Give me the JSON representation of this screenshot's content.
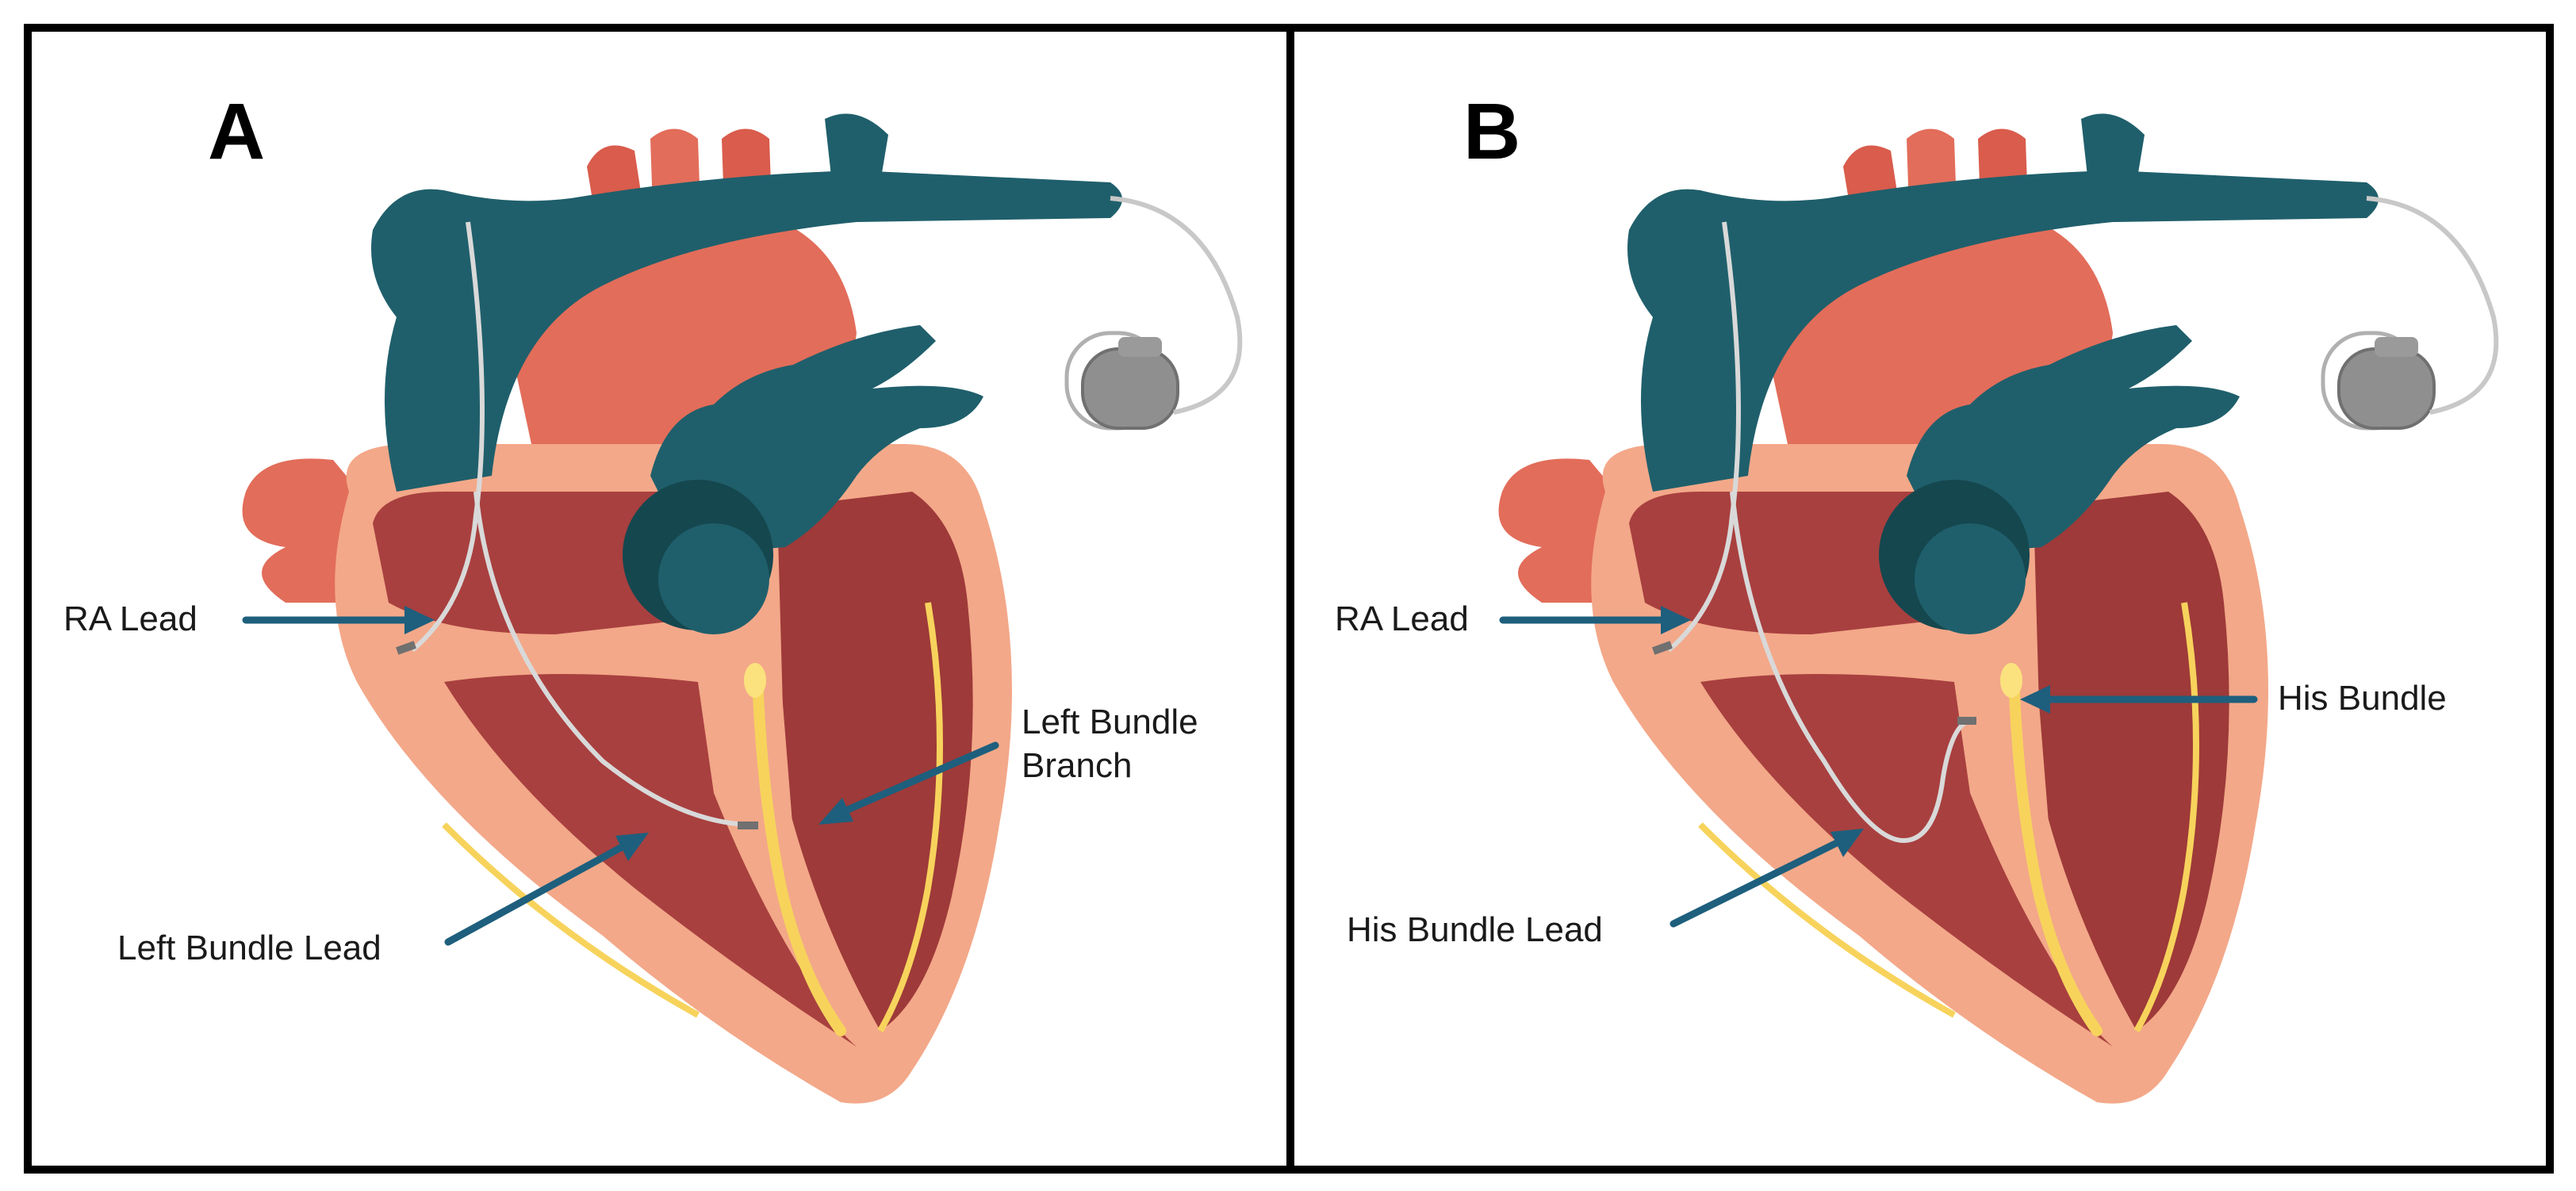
{
  "panels": [
    {
      "letter": "A",
      "labels": {
        "ra_lead": "RA Lead",
        "left_bundle_branch_line1": "Left Bundle",
        "left_bundle_branch_line2": "Branch",
        "left_bundle_lead": "Left Bundle Lead"
      }
    },
    {
      "letter": "B",
      "labels": {
        "ra_lead": "RA Lead",
        "his_bundle": "His Bundle",
        "his_bundle_lead": "His Bundle Lead"
      }
    }
  ],
  "colors": {
    "vein_teal": "#1f5f6b",
    "vein_teal_dark": "#15474f",
    "artery_coral": "#e26d5a",
    "myocardium_light": "#f3a889",
    "chamber_red": "#a8403f",
    "conduction_yellow": "#f7d35c",
    "lead_gray": "#d9d9d9",
    "pacemaker_gray": "#8f8f8f",
    "arrow_blue": "#1e5f7d",
    "frame_black": "#000000"
  }
}
